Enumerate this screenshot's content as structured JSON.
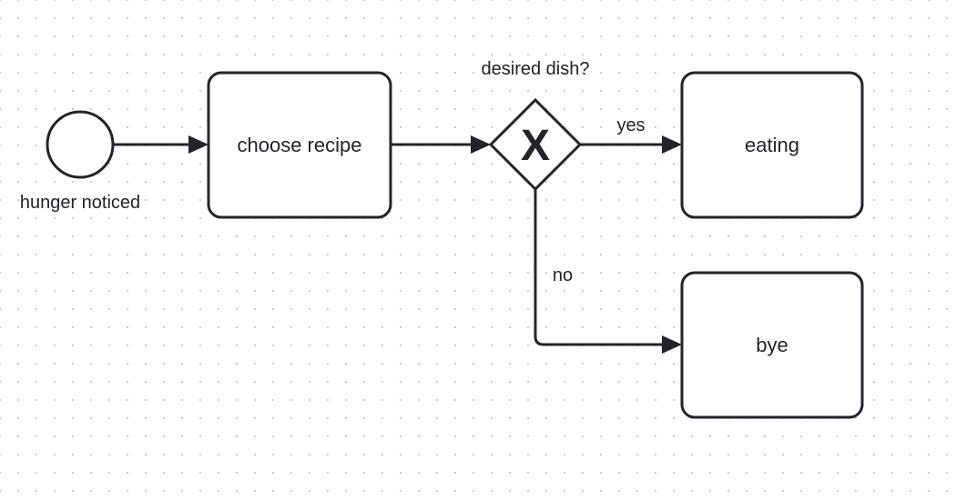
{
  "diagram": {
    "type": "bpmn",
    "start_event": {
      "label": "hunger noticed"
    },
    "tasks": {
      "choose_recipe": "choose recipe",
      "eating": "eating",
      "bye": "bye"
    },
    "gateway": {
      "type": "exclusive",
      "marker": "X",
      "label": "desired dish?"
    },
    "flows": {
      "yes_label": "yes",
      "no_label": "no"
    }
  },
  "colors": {
    "stroke": "#22242a",
    "fill": "#ffffff",
    "grid_dot": "#c9c9c9"
  }
}
